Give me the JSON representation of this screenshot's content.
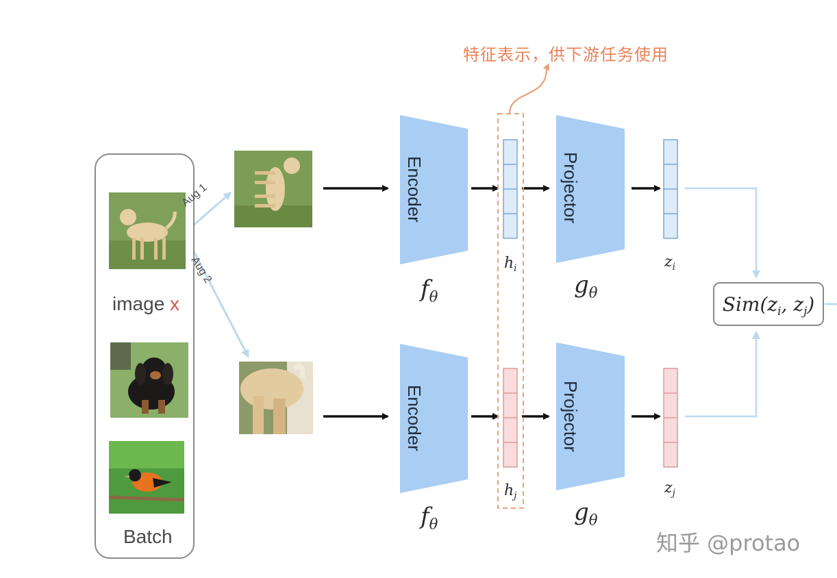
{
  "annotation": "特征表示，供下游任务使用",
  "batch": {
    "image_label": "image",
    "image_mark": "x",
    "batch_label": "Batch"
  },
  "augmentations": {
    "aug1": "Aug 1",
    "aug2": "Aug 2"
  },
  "encoder": {
    "label": "Encoder",
    "func": "f",
    "func_sub": "θ"
  },
  "projector": {
    "label": "Projector",
    "func": "g",
    "func_sub": "θ"
  },
  "representations": {
    "hi_base": "h",
    "hi_sub": "i",
    "hj_base": "h",
    "hj_sub": "j",
    "zi_base": "z",
    "zi_sub": "i",
    "zj_base": "z",
    "zj_sub": "j"
  },
  "similarity": {
    "prefix": "Sim(z",
    "sub_i": "i",
    "mid": ", z",
    "sub_j": "j",
    "suffix": ")"
  },
  "watermark": "知乎 @protao",
  "colors": {
    "trapezoid": "#a9cdf3",
    "vector_blue": "#deebf8",
    "vector_pink": "#f8dcdb",
    "annotation": "#e8835a",
    "arrow": "#111111",
    "light_arrow": "#bcd8f0",
    "dashed_box": "#e8a27a"
  }
}
